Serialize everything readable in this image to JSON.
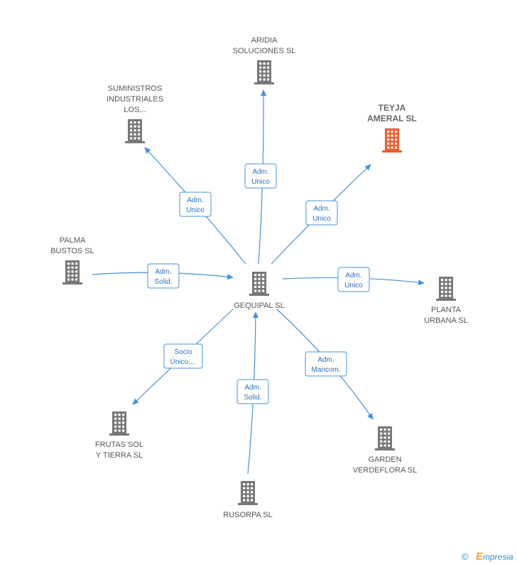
{
  "colors": {
    "building": "#777777",
    "building_highlight": "#ef5a2a",
    "edge": "#4a90d9",
    "edge_text": "#2f6fb5"
  },
  "nodes": {
    "gequipal": {
      "lines": [
        "GEQUIPAL  SL"
      ],
      "icon": "building-icon"
    },
    "aridia": {
      "lines": [
        "ARIDIA",
        "SOLUCIONES SL"
      ],
      "icon": "building-icon"
    },
    "suministros": {
      "lines": [
        "SUMINISTROS",
        "INDUSTRIALES",
        "LOS..."
      ],
      "icon": "building-icon"
    },
    "teyja": {
      "lines": [
        "TEYJA",
        "AMERAL SL"
      ],
      "icon": "building-icon",
      "highlight": true
    },
    "palma": {
      "lines": [
        "PALMA",
        "BUSTOS  SL"
      ],
      "icon": "building-icon"
    },
    "planta": {
      "lines": [
        "PLANTA",
        "URBANA SL"
      ],
      "icon": "building-icon"
    },
    "frutas": {
      "lines": [
        "FRUTAS SOL",
        "Y TIERRA SL"
      ],
      "icon": "building-icon"
    },
    "garden": {
      "lines": [
        "GARDEN",
        "VERDEFLORA SL"
      ],
      "icon": "building-icon"
    },
    "rusorpa": {
      "lines": [
        "RUSORPA  SL"
      ],
      "icon": "building-icon"
    }
  },
  "edges": [
    {
      "id": "aridia",
      "label": [
        "Adm.",
        "Unico"
      ]
    },
    {
      "id": "suministros",
      "label": [
        "Adm.",
        "Unico"
      ]
    },
    {
      "id": "teyja",
      "label": [
        "Adm.",
        "Unico"
      ]
    },
    {
      "id": "palma",
      "label": [
        "Adm.",
        "Solid."
      ]
    },
    {
      "id": "planta",
      "label": [
        "Adm.",
        "Unico"
      ]
    },
    {
      "id": "frutas",
      "label": [
        "Socio",
        "Único,..."
      ]
    },
    {
      "id": "garden",
      "label": [
        "Adm.",
        "Mancom."
      ]
    },
    {
      "id": "rusorpa",
      "label": [
        "Adm.",
        "Solid."
      ]
    }
  ],
  "watermark": {
    "copyright": "©",
    "brand_initial": "E",
    "brand_rest": "mpresia"
  }
}
